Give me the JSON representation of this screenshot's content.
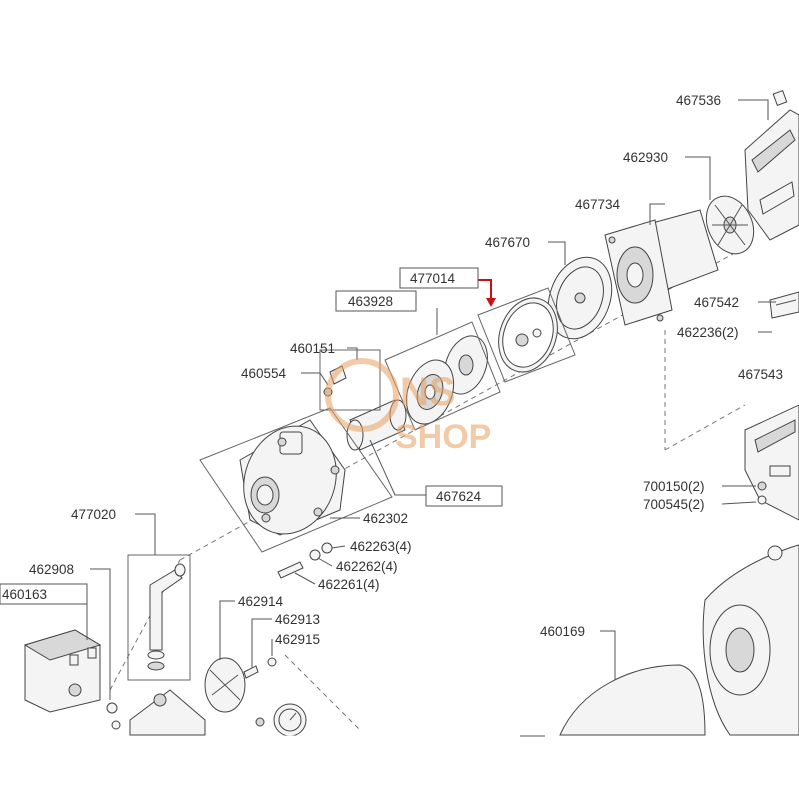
{
  "colors": {
    "line": "#444444",
    "highlight_arrow": "#d01010",
    "watermark": "#e8a060",
    "background": "#ffffff"
  },
  "watermark": {
    "line1": "NS",
    "line2": "SHOP"
  },
  "labels": {
    "p467536": "467536",
    "p462930": "462930",
    "p467734": "467734",
    "p467670": "467670",
    "p477014": "477014",
    "p463928": "463928",
    "p460151": "460151",
    "p460554": "460554",
    "p467542": "467542",
    "p462236": "462236(2)",
    "p467543": "467543",
    "p467624": "467624",
    "p462302": "462302",
    "p462263": "462263(4)",
    "p462262": "462262(4)",
    "p462261": "462261(4)",
    "p477020": "477020",
    "p462908": "462908",
    "p460163": "460163",
    "p462914": "462914",
    "p462913": "462913",
    "p462915": "462915",
    "p700150": "700150(2)",
    "p700545": "700545(2)",
    "p460169": "460169"
  }
}
